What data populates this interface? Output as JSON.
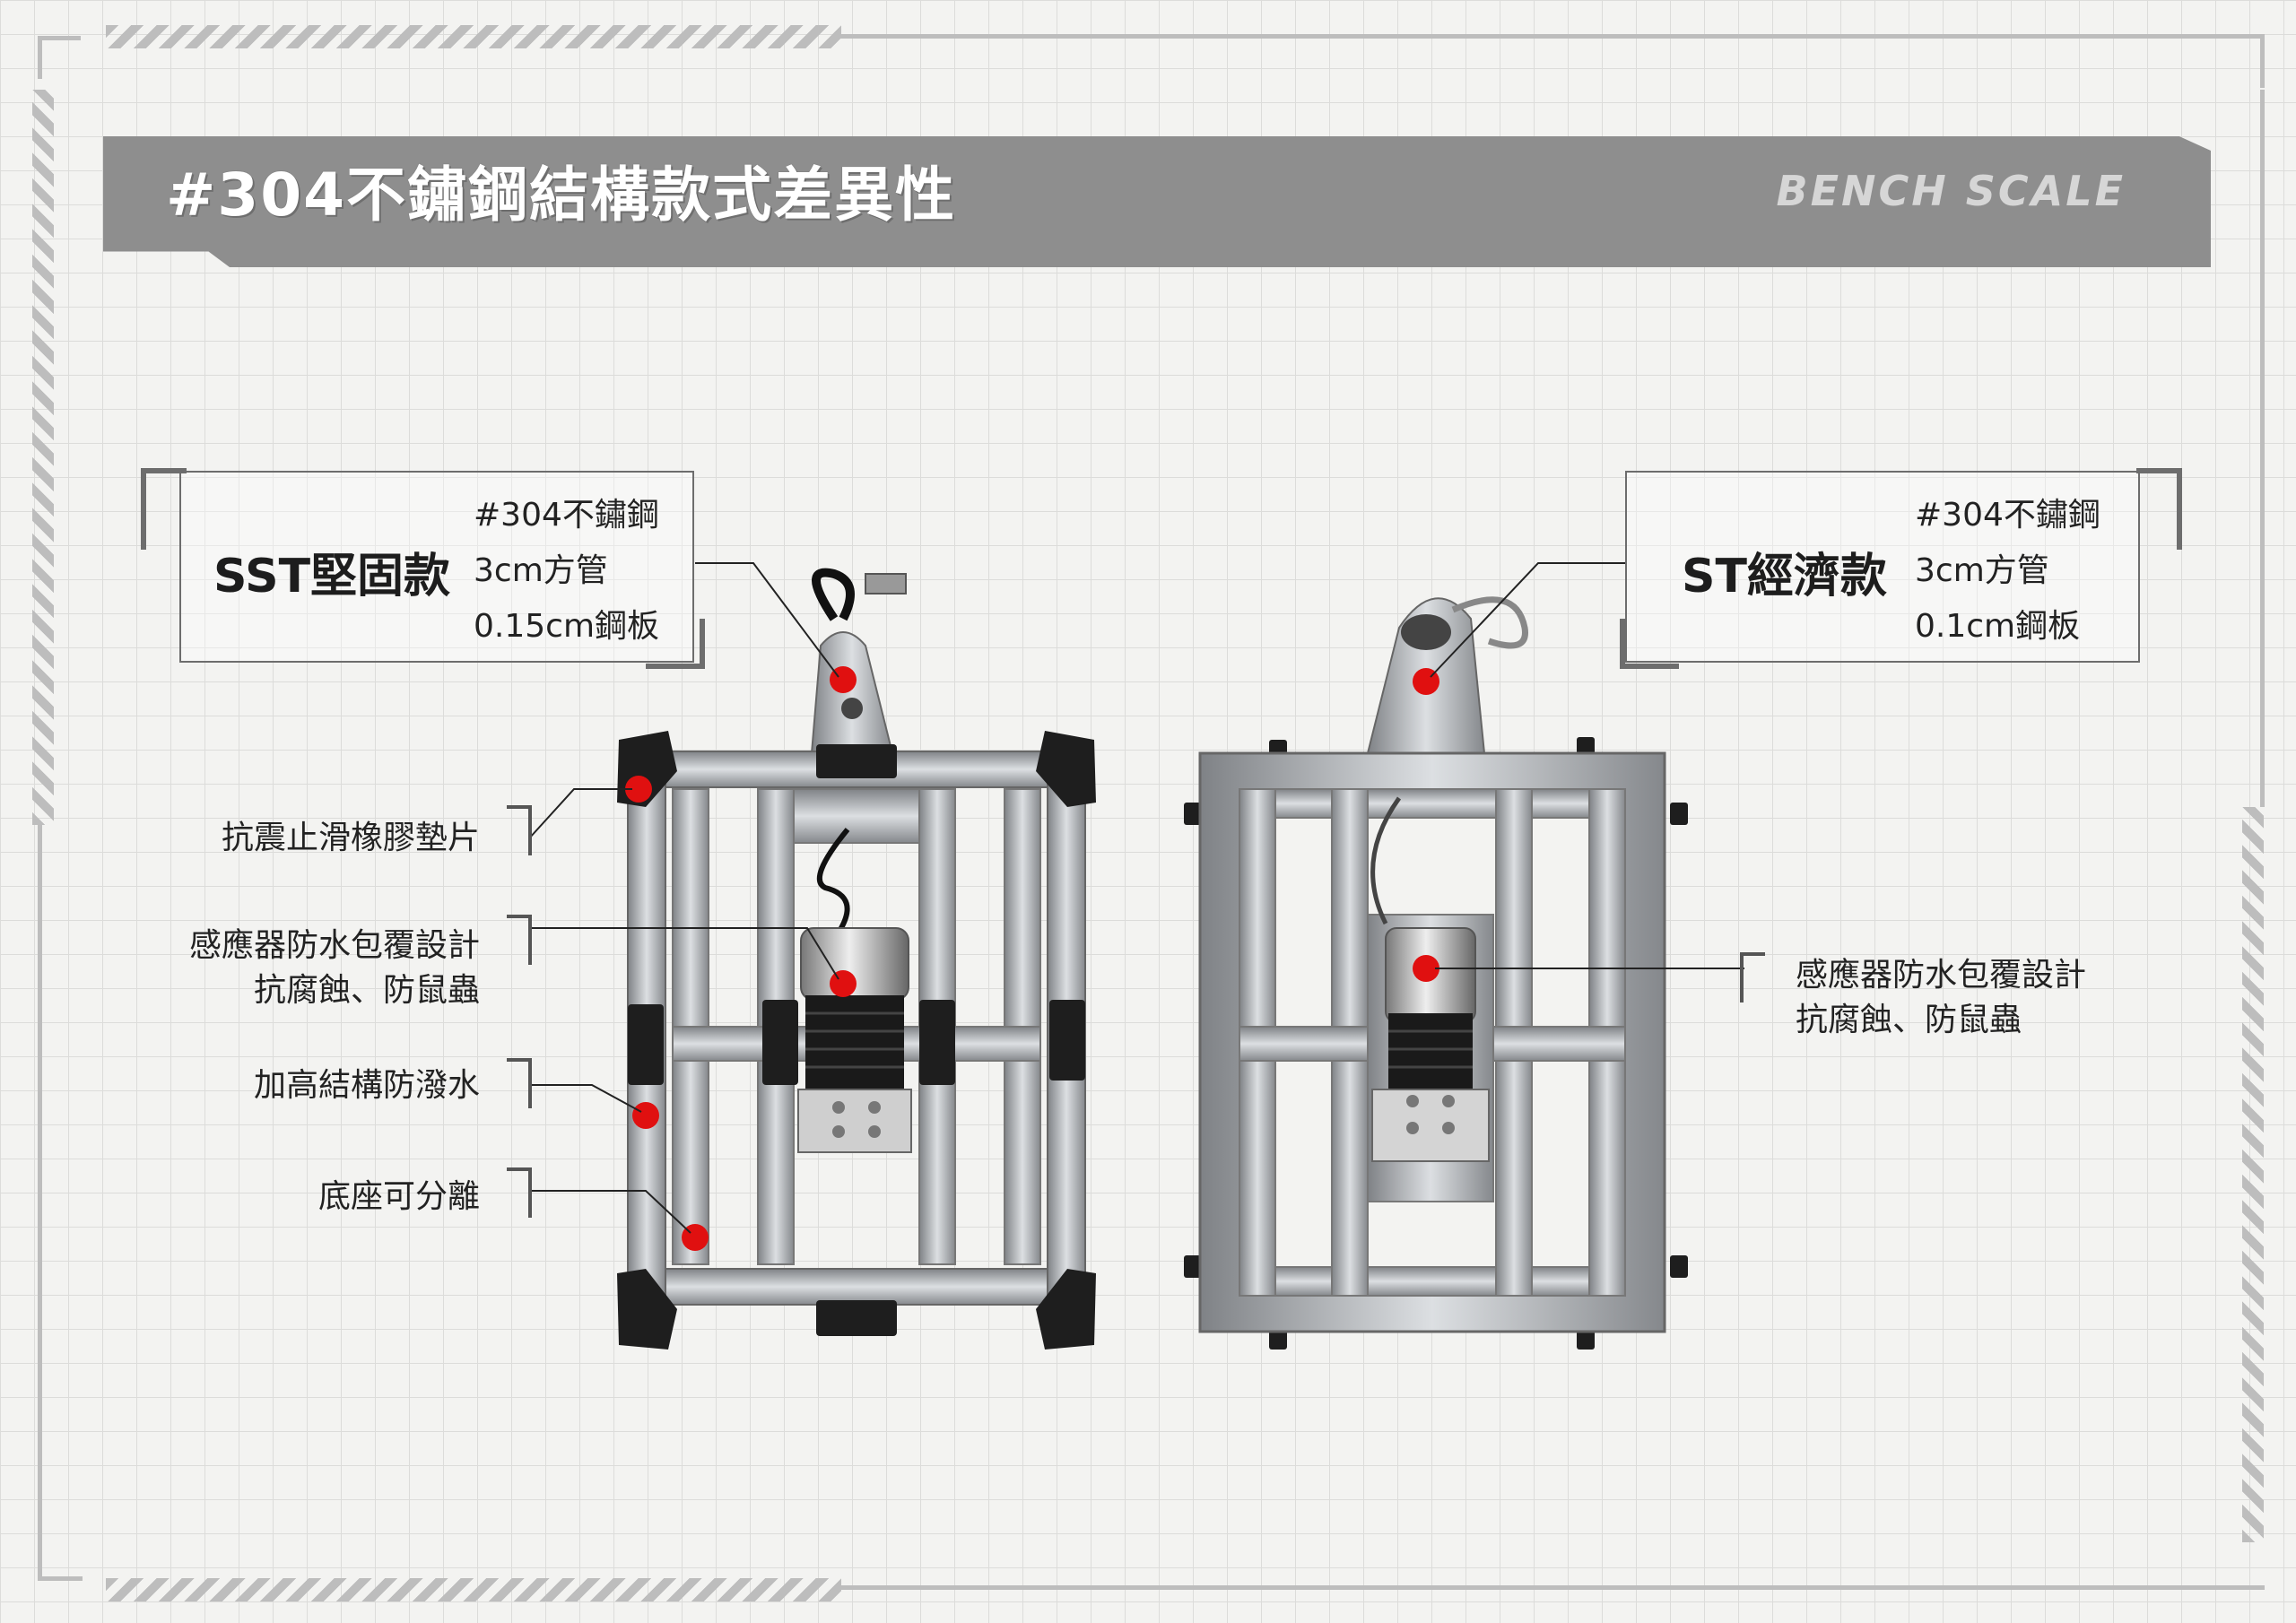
{
  "header": {
    "title": "#304不鏽鋼結構款式差異性",
    "brand": "BENCH SCALE"
  },
  "models": [
    {
      "name": "SST堅固款",
      "specs": [
        "#304不鏽鋼",
        "3cm方管",
        "0.15cm鋼板"
      ]
    },
    {
      "name": "ST經濟款",
      "specs": [
        "#304不鏽鋼",
        "3cm方管",
        "0.1cm鋼板"
      ]
    }
  ],
  "annotations_left": [
    {
      "lines": [
        "抗震止滑橡膠墊片"
      ]
    },
    {
      "lines": [
        "感應器防水包覆設計",
        "抗腐蝕、防鼠蟲"
      ]
    },
    {
      "lines": [
        "加高結構防潑水"
      ]
    },
    {
      "lines": [
        "底座可分離"
      ]
    }
  ],
  "annotations_right": [
    {
      "lines": [
        "感應器防水包覆設計",
        "抗腐蝕、防鼠蟲"
      ]
    }
  ],
  "colors": {
    "banner": "#8e8e8e",
    "marker": "#e01010",
    "steel": "#b9bcbf",
    "steel_dark": "#8a8d90",
    "rubber": "#222222"
  }
}
